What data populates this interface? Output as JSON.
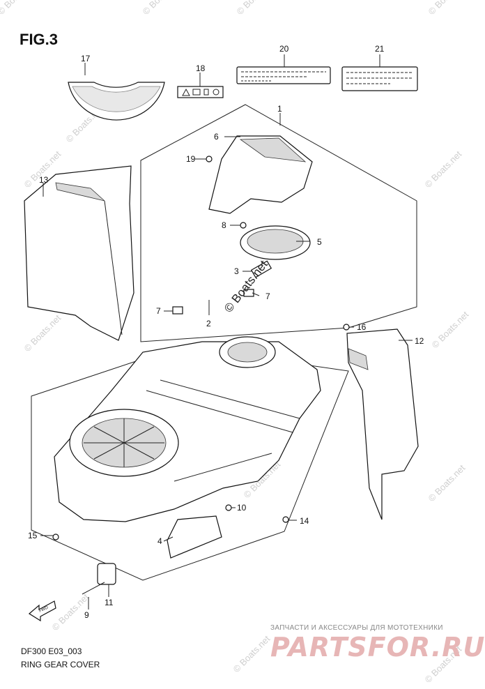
{
  "figure": {
    "title": "FIG.3",
    "model_code": "DF300 E03_003",
    "caption": "RING GEAR COVER"
  },
  "callouts": [
    "1",
    "2",
    "3",
    "4",
    "5",
    "6",
    "7",
    "7",
    "8",
    "9",
    "10",
    "11",
    "12",
    "13",
    "14",
    "15",
    "16",
    "17",
    "18",
    "19",
    "20",
    "21"
  ],
  "watermark": {
    "text": "© Boats.net"
  },
  "shop": {
    "tagline": "ЗАПЧАСТИ И АКСЕССУАРЫ ДЛЯ МОТОТЕХНИКИ",
    "logo": "PARTSFOR.RU",
    "logo_color": "#e7b6b6"
  },
  "fwd_label": "FWD"
}
